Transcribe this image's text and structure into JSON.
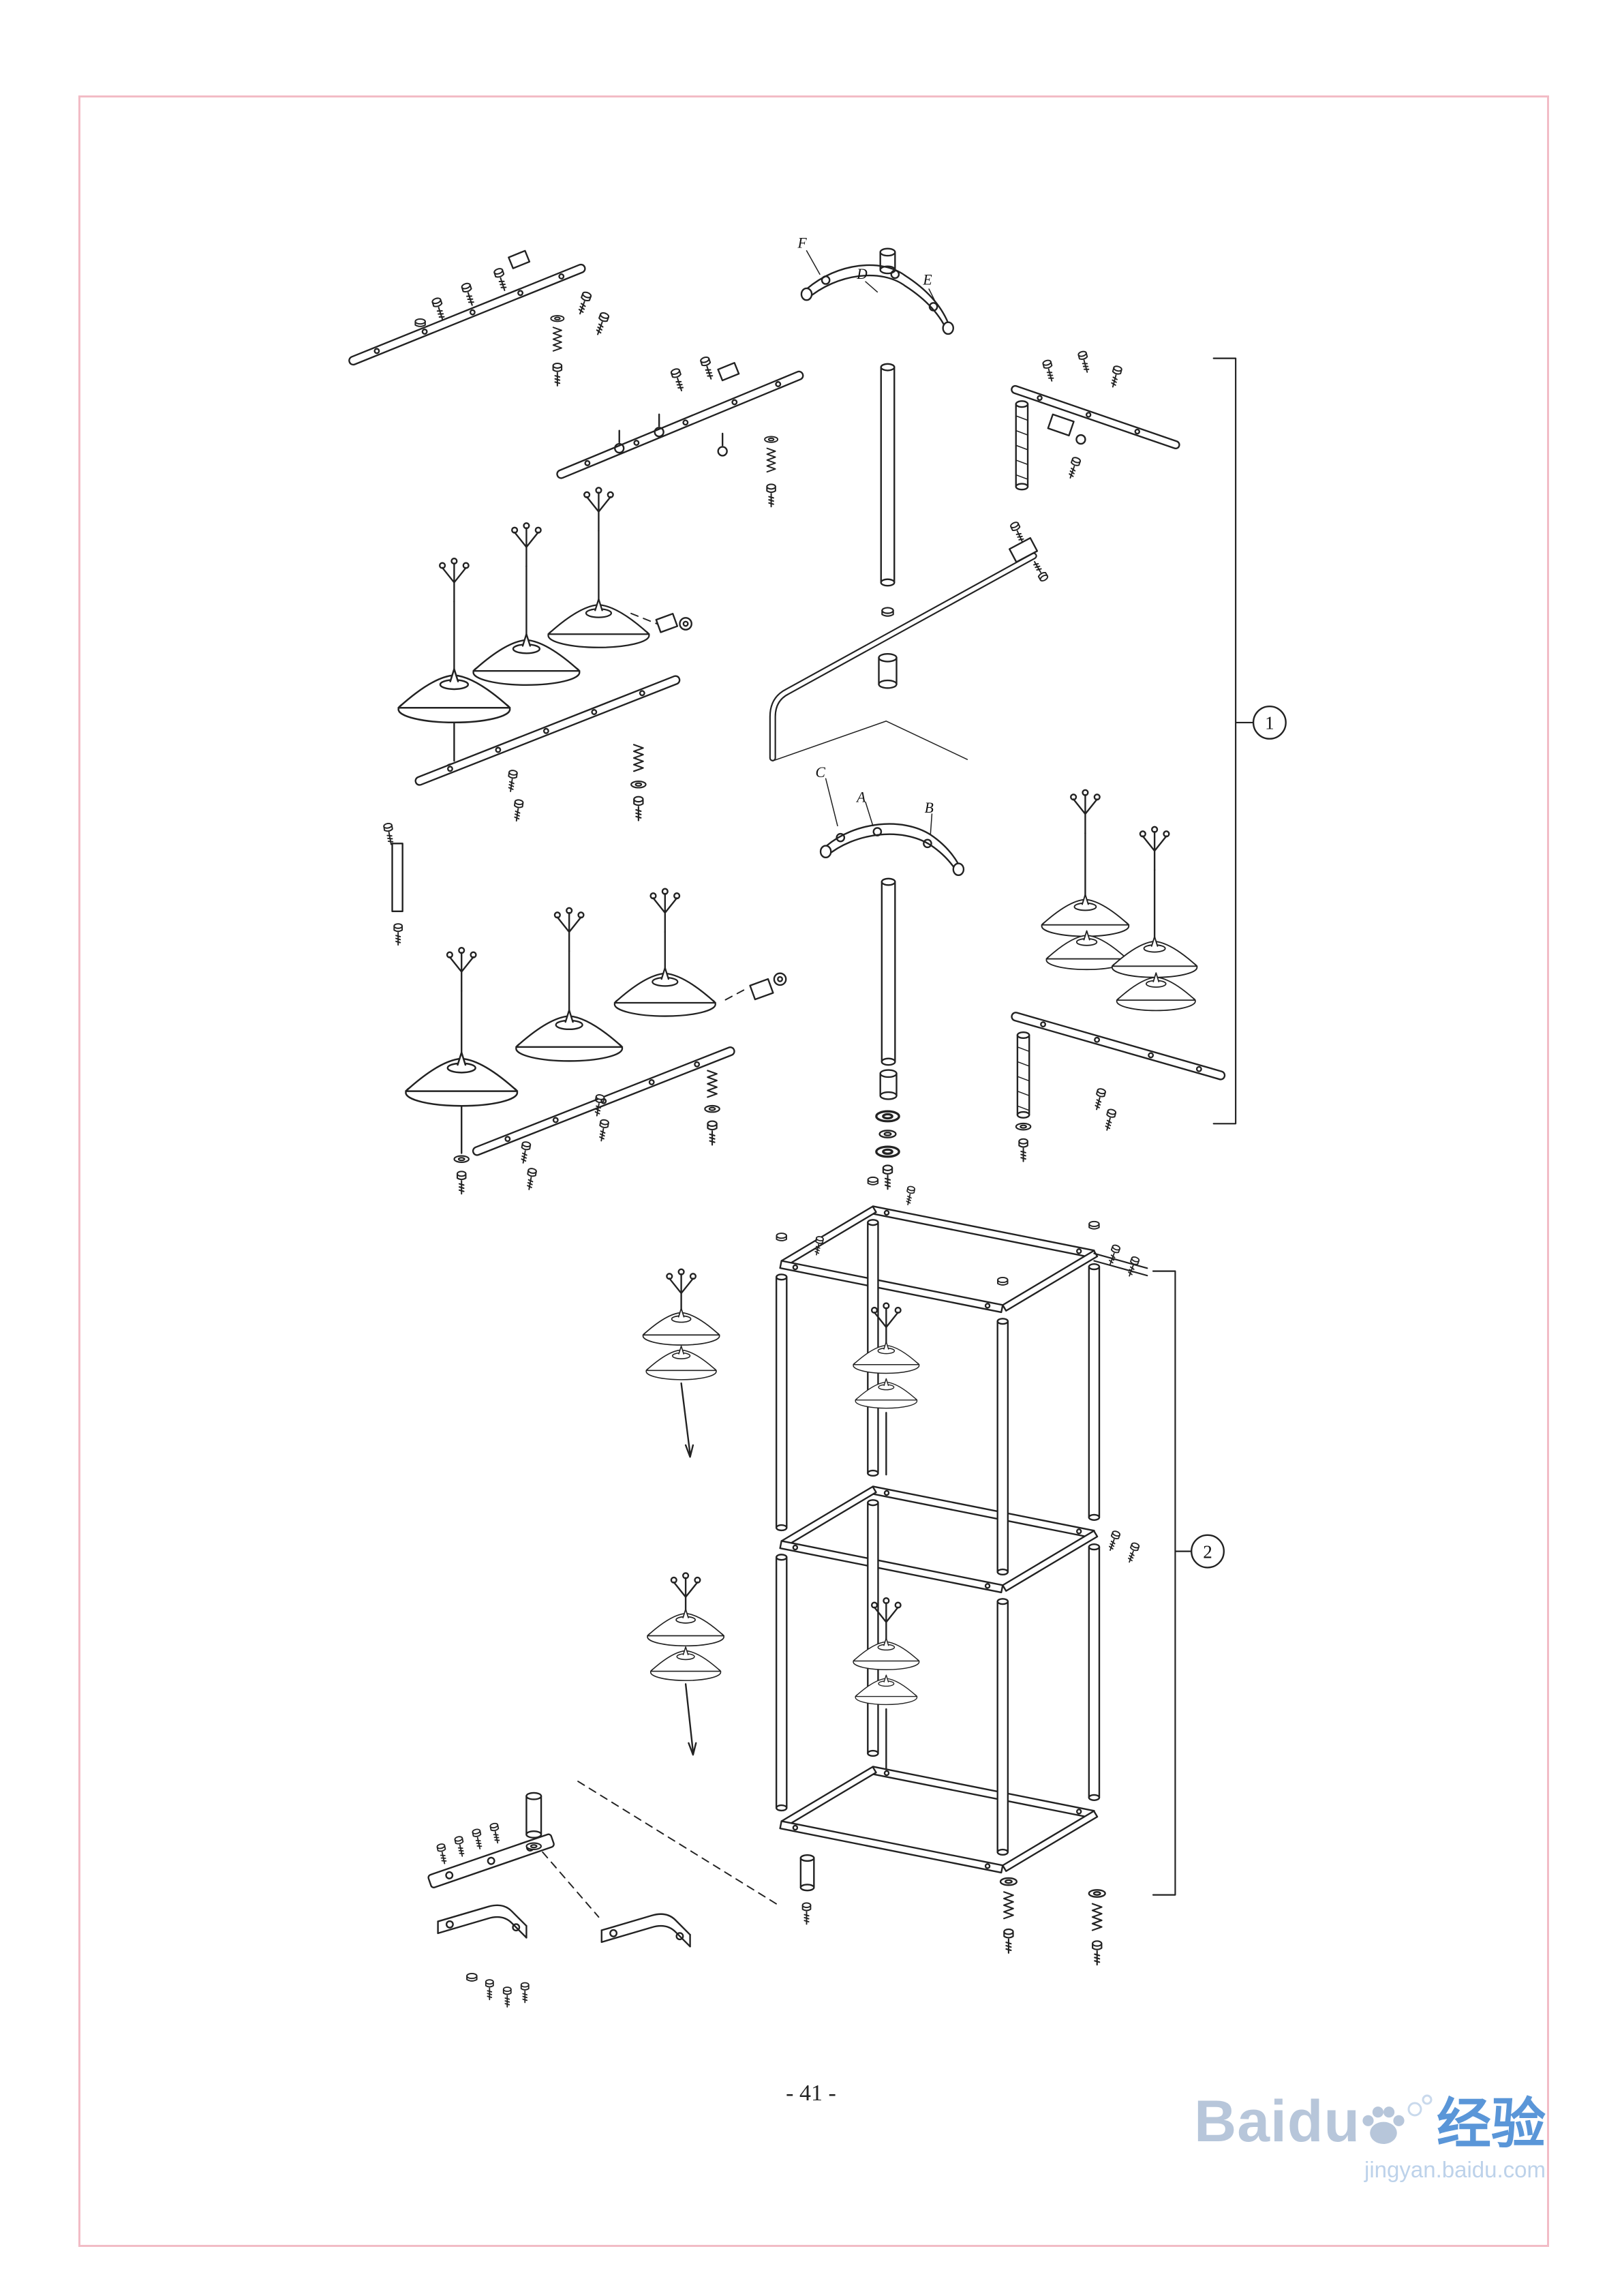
{
  "page": {
    "number": "- 41 -"
  },
  "diagram": {
    "callouts": [
      {
        "label": "1"
      },
      {
        "label": "2"
      }
    ],
    "part_labels": {
      "F": "F",
      "D": "D",
      "E": "E",
      "C": "C",
      "A": "A",
      "B": "B"
    }
  },
  "watermark": {
    "brand_latin": "Baidu",
    "brand_cn": "经验",
    "url": "jingyan.baidu.com"
  },
  "colors": {
    "frame_pink": "#f2bcc6",
    "ink": "#222222",
    "watermark_light": "#b7c6da",
    "watermark_blue": "#5a96d8",
    "watermark_url": "#bdd2ea"
  }
}
